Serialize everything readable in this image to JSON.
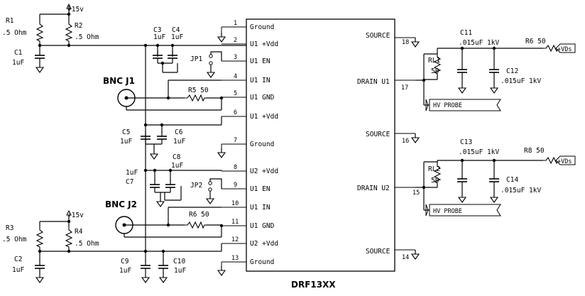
{
  "chip": {
    "name": "DRF13XX",
    "left_pins": [
      {
        "num": "1",
        "label": "Ground"
      },
      {
        "num": "2",
        "label": "U1 +Vdd"
      },
      {
        "num": "3",
        "label": "U1 EN"
      },
      {
        "num": "4",
        "label": "U1 IN"
      },
      {
        "num": "5",
        "label": "U1 GND"
      },
      {
        "num": "6",
        "label": "U1 +Vdd"
      },
      {
        "num": "7",
        "label": "Ground"
      },
      {
        "num": "8",
        "label": "U2 +Vdd"
      },
      {
        "num": "9",
        "label": "U1 EN"
      },
      {
        "num": "10",
        "label": "U1 IN"
      },
      {
        "num": "11",
        "label": "U1 GND"
      },
      {
        "num": "12",
        "label": "U2 +Vdd"
      },
      {
        "num": "13",
        "label": "Ground"
      }
    ],
    "right_pins": [
      {
        "num": "18",
        "label": "SOURCE"
      },
      {
        "num": "17",
        "label": "DRAIN U1"
      },
      {
        "num": "16",
        "label": "SOURCE"
      },
      {
        "num": "15",
        "label": "DRAIN U2"
      },
      {
        "num": "14",
        "label": "SOURCE"
      }
    ]
  },
  "supply": {
    "top": "+15v",
    "bottom": "+15v"
  },
  "resistors": {
    "r1": "R1",
    "r1_val": ".5 Ohm",
    "r2": "R2",
    "r2_val": ".5 Ohm",
    "r3": "R3",
    "r3_val": ".5 Ohm",
    "r4": "R4",
    "r4_val": ".5 Ohm",
    "r5": "R5 50",
    "r6a": "R6 50",
    "r6b": "R6 50",
    "r8": "R8 50",
    "rl1": "RL1",
    "rl1_val": "50",
    "rl2": "RL2",
    "rl2_val": "50"
  },
  "capacitors": {
    "c1": "C1",
    "c1_val": "1uF",
    "c2": "C2",
    "c2_val": "1uF",
    "c3": "C3",
    "c3_val": "1uF",
    "c4": "C4",
    "c4_val": "1uF",
    "c5": "C5",
    "c5_val": "1uF",
    "c6": "C6",
    "c6_val": "1uF",
    "c7": "C7",
    "c7_val": "1uF",
    "c8": "C8",
    "c8_val": "1uF",
    "c9": "C9",
    "c9_val": "1uF",
    "c10": "C10",
    "c10_val": "1uF",
    "c11": "C11",
    "c11_val": ".015uF 1kV",
    "c12": "C12",
    "c12_val": ".015uF 1kV",
    "c13": "C13",
    "c13_val": ".015uF 1kV",
    "c14": "C14",
    "c14_val": ".015uF 1kV"
  },
  "jumpers": {
    "jp1": "JP1",
    "jp2": "JP2"
  },
  "connectors": {
    "j1": "BNC J1",
    "j2": "BNC J2"
  },
  "probes": {
    "p1": "HV PROBE",
    "p2": "HV PROBE"
  },
  "rails": {
    "vds1": "+VDs",
    "vds2": "+VDs"
  }
}
